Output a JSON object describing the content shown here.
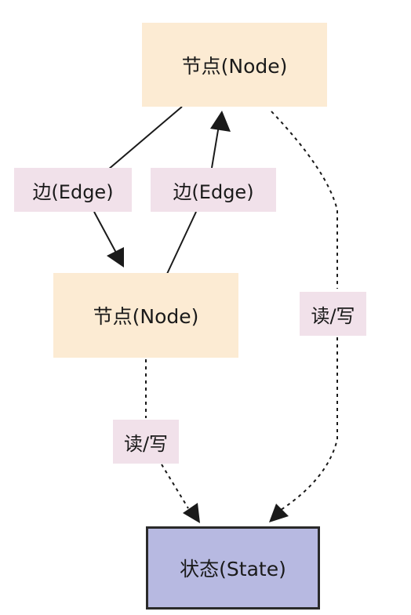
{
  "diagram": {
    "nodes": {
      "top": "节点(Node)",
      "middle": "节点(Node)",
      "state": "状态(State)"
    },
    "edges": {
      "left_label": "边(Edge)",
      "right_label": "边(Edge)",
      "rw_middle_label": "读/写",
      "rw_top_label": "读/写"
    },
    "colors": {
      "node_fill": "#fcebd3",
      "label_fill": "#f1e1ea",
      "state_fill": "#b7b9e1",
      "state_border": "#2a2a2a",
      "line": "#1a1a1a"
    }
  }
}
